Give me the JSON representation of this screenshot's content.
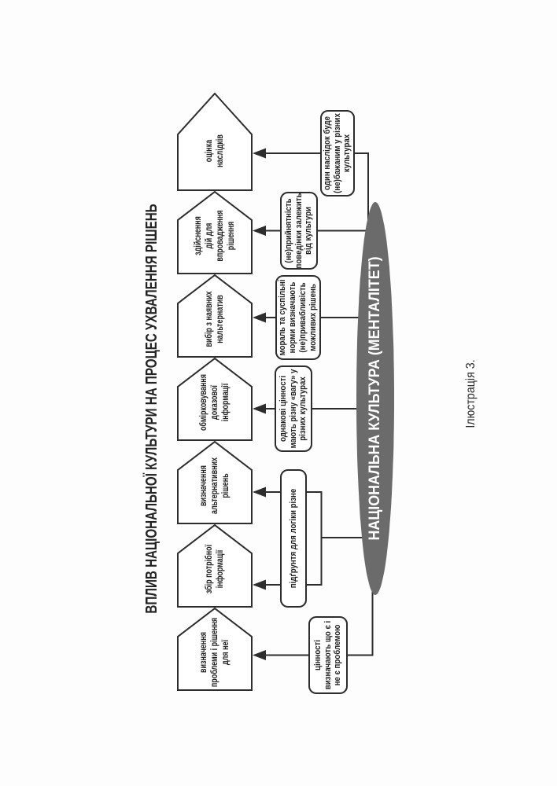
{
  "title": "ВПЛИВ НАЦІОНАЛЬНОЇ КУЛЬТУРИ НА ПРОЦЕС УХВАЛЕННЯ РІШЕНЬ",
  "caption": "Ілюстрація 3.",
  "ellipse": {
    "label": "НАЦІОНАЛЬНА КУЛЬТУРА (МЕНТАЛІТЕТ)",
    "fill": "#6b6b6b",
    "text_color": "#ffffff"
  },
  "steps": [
    {
      "label": "визначення\nпроблеми і рішення\nдля неї"
    },
    {
      "label": "збір потрібної\nінформації"
    },
    {
      "label": "визначення\nальтернативних\nрішень"
    },
    {
      "label": "обмірковування\nдоказової\nінформації"
    },
    {
      "label": "вибір з наявних\nнальтернатив"
    },
    {
      "label": "здійснення\nдій для\nвпровадження\nрішення"
    },
    {
      "label": "оцінка\nнаслідків"
    }
  ],
  "notes": [
    {
      "label": "цінності\nвизначають що є і\nне є проблемою"
    },
    {
      "label": "підґрунтя для логіки різне"
    },
    {
      "label": "однакові цінності\nмають різну «вагу» у\nрізних культурах"
    },
    {
      "label": "мораль та суспільні\nнорми визначають\n(не)привабливість\nможливих рішень"
    },
    {
      "label": "(не)прийнятність\nповедінки залежить\nвід культури"
    },
    {
      "label": "один наслідок буде\n(не)бажаним у різних\nкультурах"
    }
  ],
  "colors": {
    "outline": "#2d2d2d",
    "text": "#1f1f1f",
    "background": "#fdfdfd"
  }
}
